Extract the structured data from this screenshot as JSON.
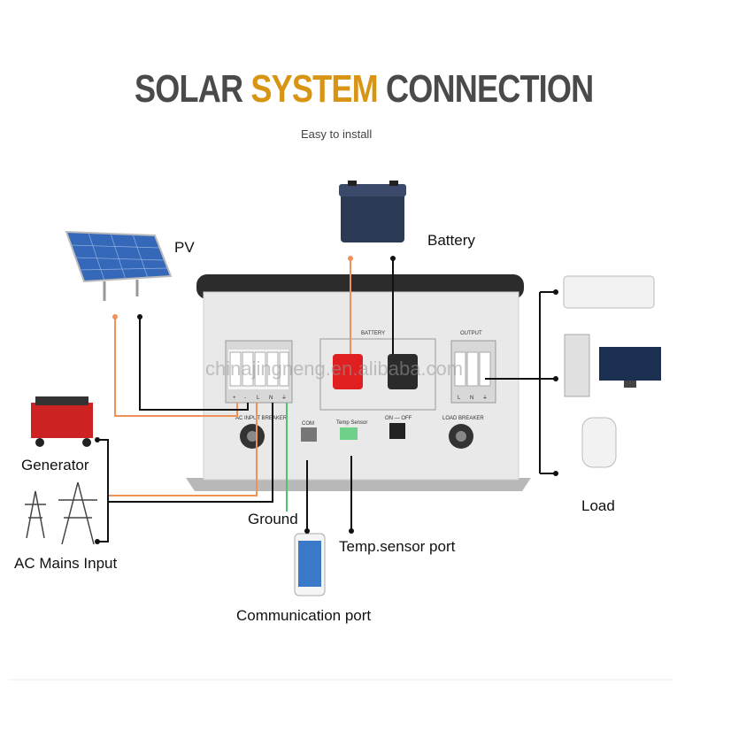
{
  "title": {
    "part1": "SOLAR ",
    "part2": "SYSTEM",
    "part3": " CONNECTION"
  },
  "subtitle": "Easy to install",
  "labels": {
    "pv": "PV",
    "battery": "Battery",
    "generator": "Generator",
    "ac_mains": "AC Mains Input",
    "ground": "Ground",
    "temp_sensor": "Temp.sensor port",
    "communication": "Communication port",
    "load": "Load"
  },
  "panel": {
    "com": "COM",
    "temp_sensor": "Temp Sensor",
    "switch": "ON — OFF",
    "ac_breaker": "AC INPUT BREAKER",
    "load_breaker": "LOAD BREAKER",
    "battery": "BATTERY",
    "output": "OUTPUT",
    "pv_terminals": [
      "+",
      "-",
      "L",
      "N",
      "⏚"
    ],
    "out_terminals": [
      "L",
      "N",
      "⏚"
    ]
  },
  "watermark": "chinajingneng.en.alibaba.com",
  "colors": {
    "title_gray": "#4a4a4a",
    "title_orange": "#d89413",
    "wire_orange": "#f0915a",
    "wire_green": "#4cc46a",
    "wire_black": "#111111"
  }
}
